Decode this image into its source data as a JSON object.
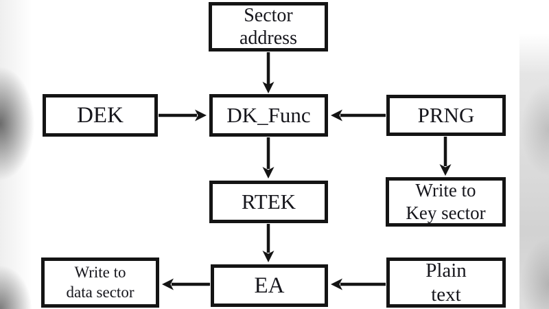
{
  "colors": {
    "background": "#ffffff",
    "line": "#141414",
    "box_border": "#141414",
    "text": "#16161c"
  },
  "nodes": {
    "sector_address": {
      "label": "Sector\naddress"
    },
    "dek": {
      "label": "DEK"
    },
    "dk_func": {
      "label": "DK_Func"
    },
    "prng": {
      "label": "PRNG"
    },
    "rtek": {
      "label": "RTEK"
    },
    "write_key_sector": {
      "label": "Write to\nKey sector"
    },
    "write_data_sector": {
      "label": "Write to\ndata sector"
    },
    "ea": {
      "label": "EA"
    },
    "plain_text": {
      "label": "Plain\ntext"
    }
  },
  "edges": [
    {
      "from": "sector_address",
      "to": "dk_func"
    },
    {
      "from": "dek",
      "to": "dk_func"
    },
    {
      "from": "prng",
      "to": "dk_func"
    },
    {
      "from": "dk_func",
      "to": "rtek"
    },
    {
      "from": "prng",
      "to": "write_key_sector"
    },
    {
      "from": "rtek",
      "to": "ea"
    },
    {
      "from": "plain_text",
      "to": "ea"
    },
    {
      "from": "ea",
      "to": "write_data_sector"
    }
  ]
}
